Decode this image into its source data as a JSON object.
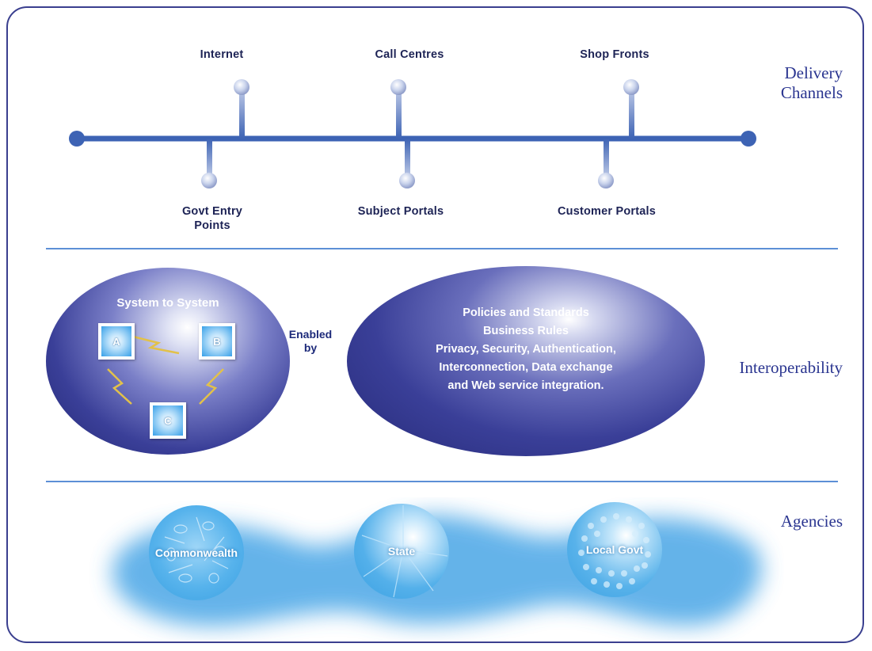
{
  "sections": {
    "delivery": "Delivery\nChannels",
    "interoperability": "Interoperability",
    "agencies": "Agencies"
  },
  "channels": {
    "top": [
      "Internet",
      "Call Centres",
      "Shop Fronts"
    ],
    "bottom": [
      "Govt Entry\nPoints",
      "Subject Portals",
      "Customer Portals"
    ]
  },
  "system_to_system": {
    "title": "System to System",
    "nodes": [
      "A",
      "B",
      "C"
    ]
  },
  "enabled_by": "Enabled\nby",
  "policies": [
    "Policies and Standards",
    "Business Rules",
    "Privacy, Security, Authentication,",
    "Interconnection, Data exchange",
    "and Web service integration."
  ],
  "agency_list": [
    "Commonwealth",
    "State",
    "Local Govt"
  ],
  "colors": {
    "frame": "#3a3f8f",
    "rail": "#3d63b4",
    "divider": "#5d8fd6",
    "label": "#2a3590",
    "ellipse": "#3a3f98",
    "agency_blue": "#3aa0e2"
  }
}
